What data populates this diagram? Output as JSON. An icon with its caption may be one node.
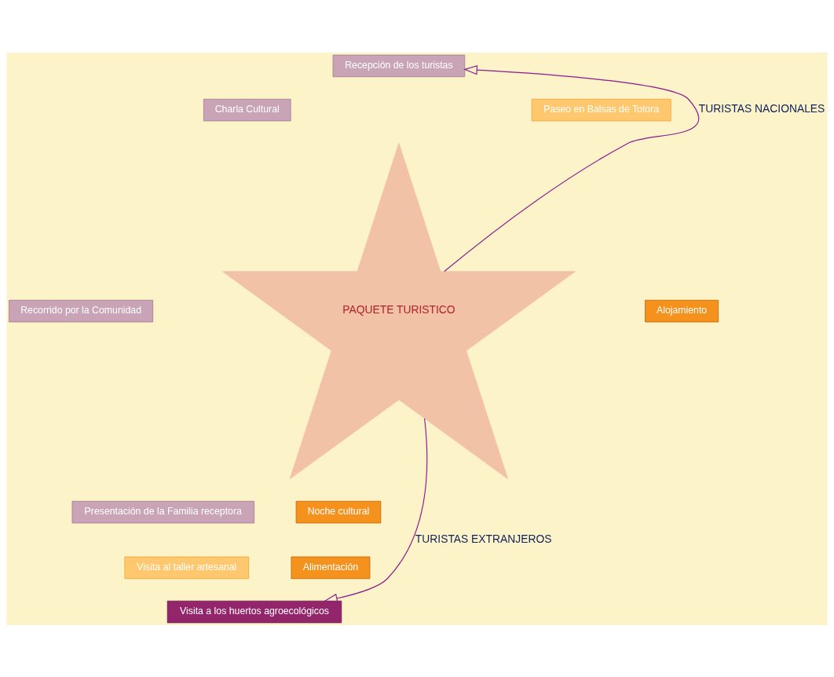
{
  "diagram": {
    "nodes": [
      {
        "text": [
          "Recepción de los turistas"
        ]
      },
      {
        "text": [
          "Charla Cultural"
        ]
      },
      {
        "text": [
          "Paseo en Balsas de Totora"
        ]
      },
      {
        "text": [
          "Recorrido por la Comunidad"
        ]
      },
      {
        "text": [
          "PAQUETE TURISTICO"
        ]
      },
      {
        "text": [
          "Alojamiento"
        ]
      },
      {
        "text": [
          "Presentación de la Familia receptora"
        ]
      },
      {
        "text": [
          "Noche cultural"
        ]
      },
      {
        "text": [
          "Visita al taller artesanal"
        ]
      },
      {
        "text": [
          "Alimentación"
        ]
      },
      {
        "text": [
          "Visita a los huertos agroecológicos"
        ]
      }
    ],
    "edges": [
      {
        "from": 4,
        "to": 0,
        "arrow": "to",
        "label": "TURISTAS NACIONALES"
      },
      {
        "from": 4,
        "to": 10,
        "arrow": "to",
        "label": "TURISTAS EXTRANJEROS"
      }
    ]
  }
}
